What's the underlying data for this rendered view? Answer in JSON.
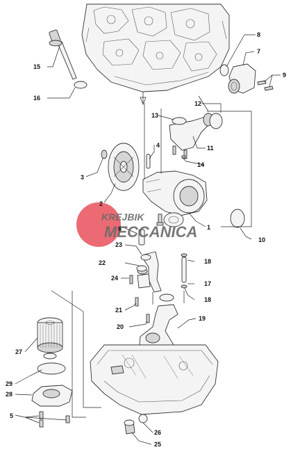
{
  "watermark": {
    "line1": "KREJBIK",
    "line2": "MECCANICA",
    "accent_color": "#e8505b",
    "text_color": "#6a6a6a"
  },
  "callouts": [
    {
      "id": "c1",
      "label": "1"
    },
    {
      "id": "c2",
      "label": "2"
    },
    {
      "id": "c3",
      "label": "3"
    },
    {
      "id": "c4",
      "label": "4"
    },
    {
      "id": "c5",
      "label": "5"
    },
    {
      "id": "c6",
      "label": "6"
    },
    {
      "id": "c7",
      "label": "7"
    },
    {
      "id": "c8",
      "label": "8"
    },
    {
      "id": "c9",
      "label": "9"
    },
    {
      "id": "c10",
      "label": "10"
    },
    {
      "id": "c11",
      "label": "11"
    },
    {
      "id": "c12",
      "label": "12"
    },
    {
      "id": "c13",
      "label": "13"
    },
    {
      "id": "c14",
      "label": "14"
    },
    {
      "id": "c15",
      "label": "15"
    },
    {
      "id": "c16",
      "label": "16"
    },
    {
      "id": "c17",
      "label": "17"
    },
    {
      "id": "c18a",
      "label": "18"
    },
    {
      "id": "c18b",
      "label": "18"
    },
    {
      "id": "c19",
      "label": "19"
    },
    {
      "id": "c20",
      "label": "20"
    },
    {
      "id": "c21",
      "label": "21"
    },
    {
      "id": "c22",
      "label": "22"
    },
    {
      "id": "c23",
      "label": "23"
    },
    {
      "id": "c24",
      "label": "24"
    },
    {
      "id": "c25",
      "label": "25"
    },
    {
      "id": "c26",
      "label": "26"
    },
    {
      "id": "c27",
      "label": "27"
    },
    {
      "id": "c28",
      "label": "28"
    },
    {
      "id": "c29",
      "label": "29"
    }
  ]
}
